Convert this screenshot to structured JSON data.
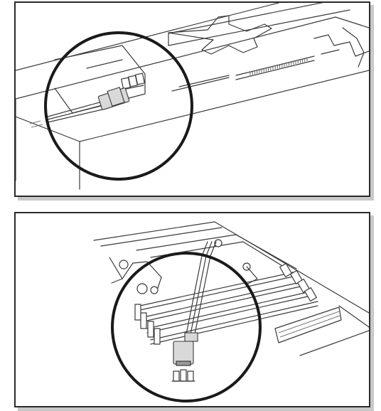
{
  "figure": {
    "panels": [
      {
        "id": "gpu-connector",
        "depicts": [
          "graphics-card",
          "cable-plug",
          "header-pins"
        ]
      },
      {
        "id": "motherboard-connector",
        "depicts": [
          "motherboard",
          "memory-slots",
          "power-connector",
          "cable-plug",
          "header-pins"
        ]
      }
    ],
    "colors": {
      "line": "#3a3a3a",
      "callout": "#1a1a1a",
      "shadow": "#c8c8c8",
      "plug": "#d9d9d9"
    }
  }
}
